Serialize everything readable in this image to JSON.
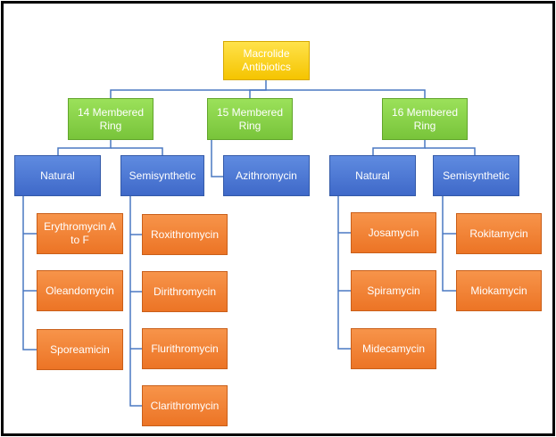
{
  "root": {
    "label": "Macrolide Antibiotics"
  },
  "groups": [
    {
      "label": "14 Membered Ring",
      "natural": {
        "label": "Natural",
        "items": [
          "Erythromycin A to F",
          "Oleandomycin",
          "Sporeamicin"
        ]
      },
      "semi": {
        "label": "Semisynthetic",
        "items": [
          "Roxithromycin",
          "Dirithromycin",
          "Flurithromycin",
          "Clarithromycin"
        ]
      }
    },
    {
      "label": "15 Membered Ring",
      "semi": {
        "label": "Azithromycin"
      }
    },
    {
      "label": "16 Membered Ring",
      "natural": {
        "label": "Natural",
        "items": [
          "Josamycin",
          "Spiramycin",
          "Midecamycin"
        ]
      },
      "semi": {
        "label": "Semisynthetic",
        "items": [
          "Rokitamycin",
          "Miokamycin"
        ]
      }
    }
  ],
  "colors": {
    "root": "#f5c400",
    "ring": "#78c43a",
    "category": "#3f69c9",
    "compound": "#ec7425",
    "connector": "#4a78c2"
  }
}
